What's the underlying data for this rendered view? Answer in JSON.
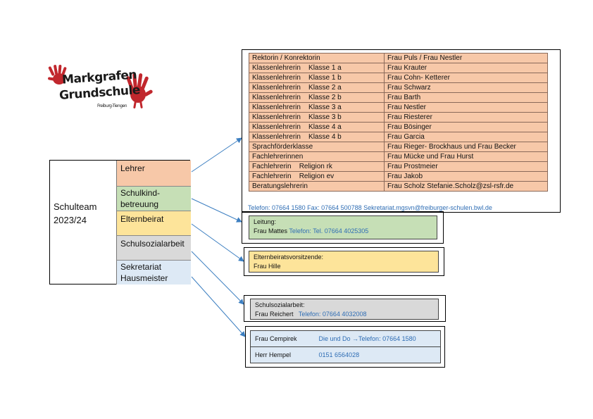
{
  "logo": {
    "line1": "Markgrafen",
    "line2": "Grundschule",
    "line3": "Freiburg-Tiengen"
  },
  "team": {
    "title": "Schulteam\n2023/24",
    "categories": {
      "lehrer": "Lehrer",
      "schulkind": "Schulkind-\nbetreuung",
      "elternbeirat": "Elternbeirat",
      "sozial": "Schulsozialarbeit",
      "sekretariat": "Sekretariat\nHausmeister"
    }
  },
  "teachers": {
    "rows": [
      {
        "role": "Rektorin / Konrektorin",
        "name": "Frau Puls / Frau Nestler"
      },
      {
        "role": "Klassenlehrerin    Klasse 1 a",
        "name": "Frau Krauter"
      },
      {
        "role": "Klassenlehrerin    Klasse 1 b",
        "name": "Frau Cohn- Ketterer"
      },
      {
        "role": "Klassenlehrerin    Klasse 2 a",
        "name": "Frau Schwarz"
      },
      {
        "role": "Klassenlehrerin    Klasse 2 b",
        "name": "Frau Barth"
      },
      {
        "role": "Klassenlehrerin    Klasse 3 a",
        "name": "Frau Nestler"
      },
      {
        "role": "Klassenlehrerin    Klasse 3 b",
        "name": "Frau Riesterer"
      },
      {
        "role": "Klassenlehrerin    Klasse 4 a",
        "name": "Frau Bösinger"
      },
      {
        "role": "Klassenlehrerin    Klasse 4 b",
        "name": "Frau Garcia"
      },
      {
        "role": "Sprachförderklasse",
        "name": "Frau Rieger- Brockhaus und Frau Becker"
      },
      {
        "role": "Fachlehrerinnen",
        "name": "Frau Mücke und Frau Hurst"
      },
      {
        "role": "Fachlehrerin    Religion rk",
        "name": "Frau Prostmeier"
      },
      {
        "role": "Fachlehrerin    Religion ev",
        "name": "Frau Jakob"
      },
      {
        "role": "Beratungslehrerin",
        "name": "Frau Scholz Stefanie.Scholz@zsl-rsfr.de"
      }
    ],
    "footer": "Telefon: 07664 1580    Fax: 07664 500788 Sekretariat.mgsvn@freiburger-schulen.bwl.de"
  },
  "betreuung": {
    "label": "Leitung:",
    "name": "Frau Mattes",
    "phone": "Telefon:  Tel. 07664 4025305"
  },
  "eltern": {
    "label": "Elternbeiratsvorsitzende:",
    "name": "Frau Hille"
  },
  "sozial": {
    "label": "Schulsozialarbeit:",
    "name": "Frau Reichert",
    "phone": "Telefon: 07664 4032008"
  },
  "sekretariat": {
    "row1_name": "Frau Cempirek",
    "row1_info": "Die und Do →Telefon: 07664 1580",
    "row2_name": "Herr Hempel",
    "row2_info": "0151 6564028"
  },
  "colors": {
    "lehrer": "#f7c8a8",
    "schulkind": "#c6dfb6",
    "elternbeirat": "#fde49a",
    "sozial": "#d9d9d9",
    "sekretariat": "#dde9f5",
    "link_blue": "#2e6db4",
    "logo_red": "#c1272d"
  }
}
